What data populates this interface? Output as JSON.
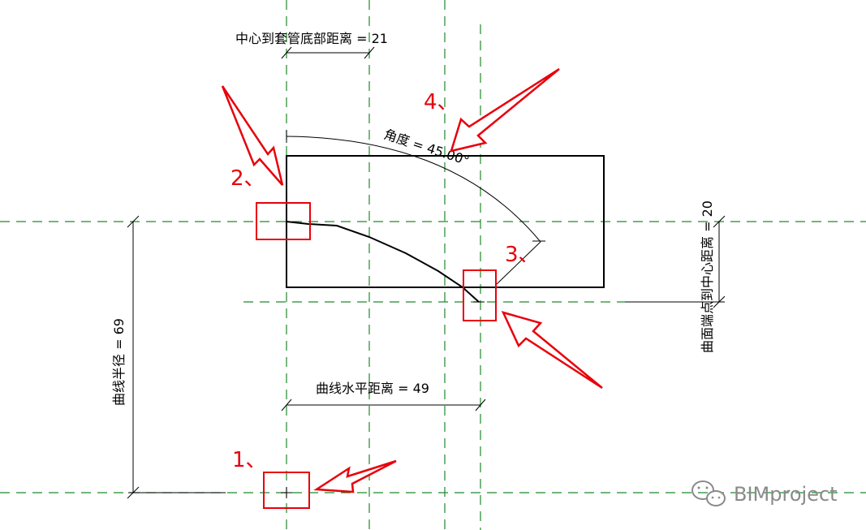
{
  "colors": {
    "reference_line": "#1f8a2a",
    "geometry": "#000000",
    "annotation": "#e8000b",
    "watermark": "#8a8a8a"
  },
  "dimensions": {
    "center_to_sleeve_bottom": "中心到套管底部距离 = 21",
    "angle": "角度 = 45.00°",
    "curve_endpoint_to_center": "曲面端点到中心距离 = 20",
    "curve_radius": "曲线半径 = 69",
    "curve_horizontal": "曲线水平距离 = 49"
  },
  "markers": {
    "m1": "1、",
    "m2": "2、",
    "m3": "3、",
    "m4": "4、"
  },
  "watermark": {
    "icon": "wechat-icon",
    "text": "BIMproject"
  }
}
